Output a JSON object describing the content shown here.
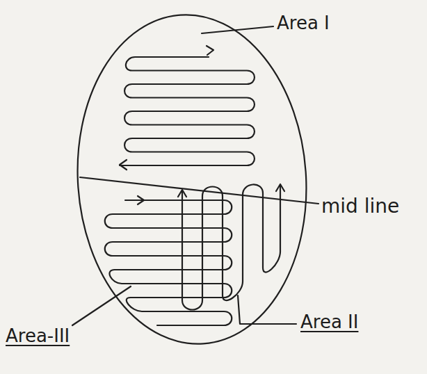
{
  "diagram": {
    "labels": [
      "Area I",
      "mid line",
      "Area II",
      "Area-III"
    ]
  }
}
